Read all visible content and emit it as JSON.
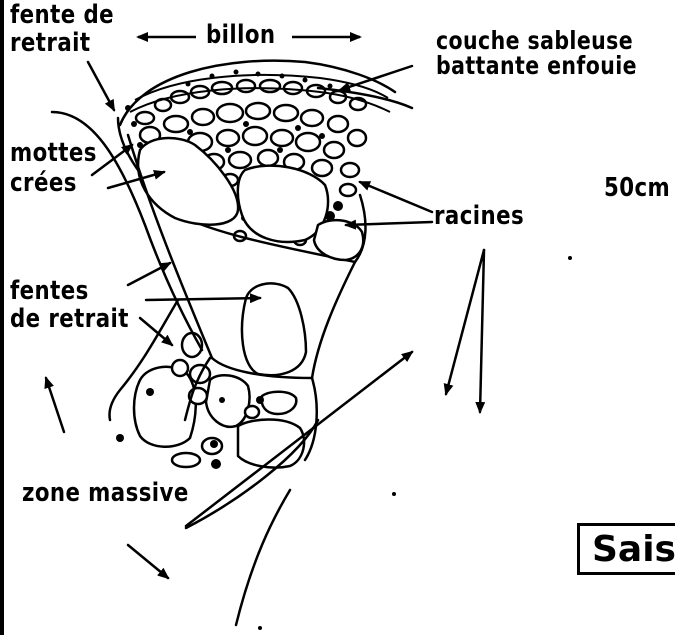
{
  "labels": {
    "fente_de": "fente de",
    "retrait_top": "retrait",
    "billon": "billon",
    "couche_sableuse": "couche  sableuse",
    "battante_enfouie": "battante enfouie",
    "mottes": "mottes",
    "crees": "crées",
    "depth": "50cm",
    "racines": "racines",
    "fentes": "fentes",
    "de_retrait": "de retrait",
    "zone_massive": "zone massive",
    "boxed": "Sais"
  }
}
